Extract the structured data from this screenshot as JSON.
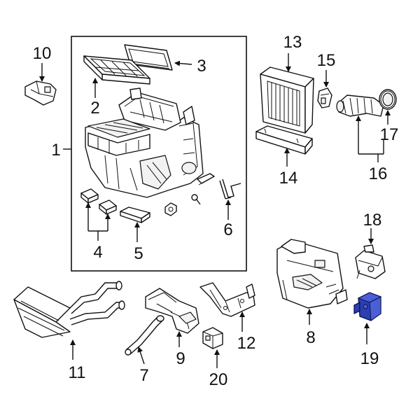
{
  "diagram": {
    "callouts": {
      "c1": "1",
      "c2": "2",
      "c3": "3",
      "c4": "4",
      "c5": "5",
      "c6": "6",
      "c7": "7",
      "c8": "8",
      "c9": "9",
      "c10": "10",
      "c11": "11",
      "c12": "12",
      "c13": "13",
      "c14": "14",
      "c15": "15",
      "c16": "16",
      "c17": "17",
      "c18": "18",
      "c19": "19",
      "c20": "20"
    },
    "highlighted_part": "19",
    "highlight_color": "#2c3fb0",
    "line_color": "#111111"
  }
}
